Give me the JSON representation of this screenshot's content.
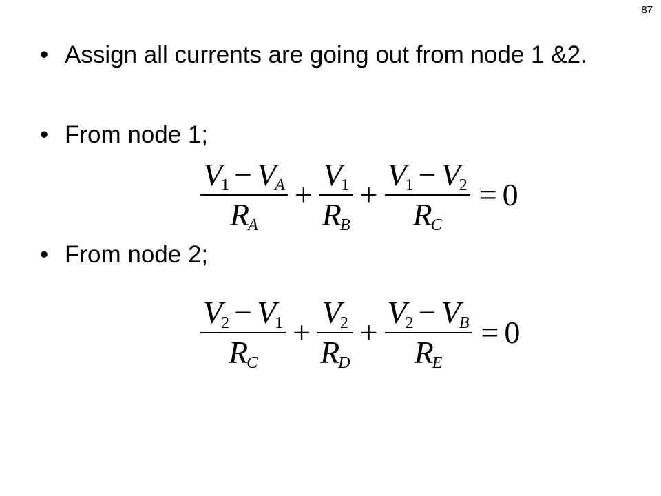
{
  "slide_number": "87",
  "bullets": [
    {
      "text": "Assign all currents are going out from node 1 &2."
    },
    {
      "text": "From node 1;"
    },
    {
      "text": "From node 2;"
    }
  ],
  "bullet_symbol": "•",
  "equation1": {
    "terms": [
      {
        "num": [
          "V",
          "1",
          "V",
          "A"
        ],
        "den": [
          "R",
          "A"
        ]
      },
      {
        "num": [
          "V",
          "1"
        ],
        "den": [
          "R",
          "B"
        ]
      },
      {
        "num": [
          "V",
          "1",
          "V",
          "2"
        ],
        "den": [
          "R",
          "C"
        ]
      }
    ],
    "plus": "+",
    "minus": "−",
    "equals": "=",
    "rhs": "0"
  },
  "equation2": {
    "terms": [
      {
        "num": [
          "V",
          "2",
          "V",
          "1"
        ],
        "den": [
          "R",
          "C"
        ]
      },
      {
        "num": [
          "V",
          "2"
        ],
        "den": [
          "R",
          "D"
        ]
      },
      {
        "num": [
          "V",
          "2",
          "V",
          "B"
        ],
        "den": [
          "R",
          "E"
        ]
      }
    ],
    "plus": "+",
    "minus": "−",
    "equals": "=",
    "rhs": "0"
  }
}
